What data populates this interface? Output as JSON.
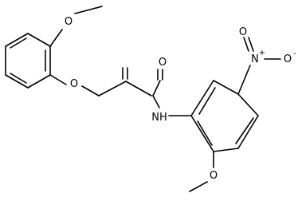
{
  "molecule": {
    "atoms": {
      "O_ring_ether": "O",
      "O_amide": "O",
      "NH": "NH",
      "N_nitro": "N",
      "N_plus": "+",
      "O_nitro_left": "O",
      "O_nitro_right": "O",
      "O_minus": "-",
      "O_methoxy_right": "O"
    }
  }
}
